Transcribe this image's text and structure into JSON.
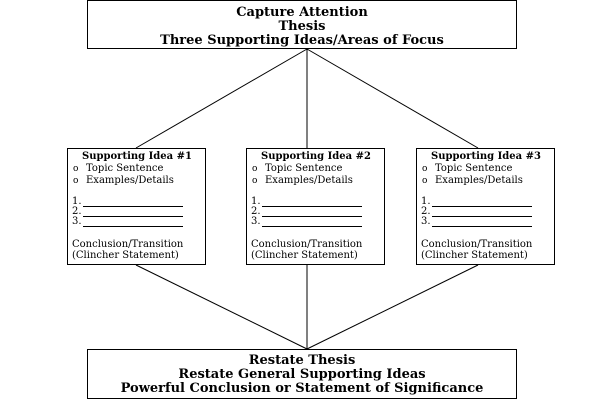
{
  "top": {
    "line1": "Capture Attention",
    "line2": "Thesis",
    "line3": "Three Supporting Ideas/Areas of Focus"
  },
  "supports": [
    {
      "title": "Supporting Idea #1",
      "bullet1": "Topic Sentence",
      "bullet2": "Examples/Details",
      "nums": [
        "1.",
        "2.",
        "3."
      ],
      "conclusion1": "Conclusion/Transition",
      "conclusion2": "(Clincher Statement)"
    },
    {
      "title": "Supporting Idea #2",
      "bullet1": "Topic Sentence",
      "bullet2": "Examples/Details",
      "nums": [
        "1.",
        "2.",
        "3."
      ],
      "conclusion1": "Conclusion/Transition",
      "conclusion2": "(Clincher Statement)"
    },
    {
      "title": "Supporting Idea #3",
      "bullet1": "Topic Sentence",
      "bullet2": "Examples/Details",
      "nums": [
        "1.",
        "2.",
        "3."
      ],
      "conclusion1": "Conclusion/Transition",
      "conclusion2": "(Clincher Statement)"
    }
  ],
  "bullet_glyph": "o",
  "bottom": {
    "line1": "Restate Thesis",
    "line2": "Restate General Supporting Ideas",
    "line3": "Powerful Conclusion or Statement of Significance"
  }
}
